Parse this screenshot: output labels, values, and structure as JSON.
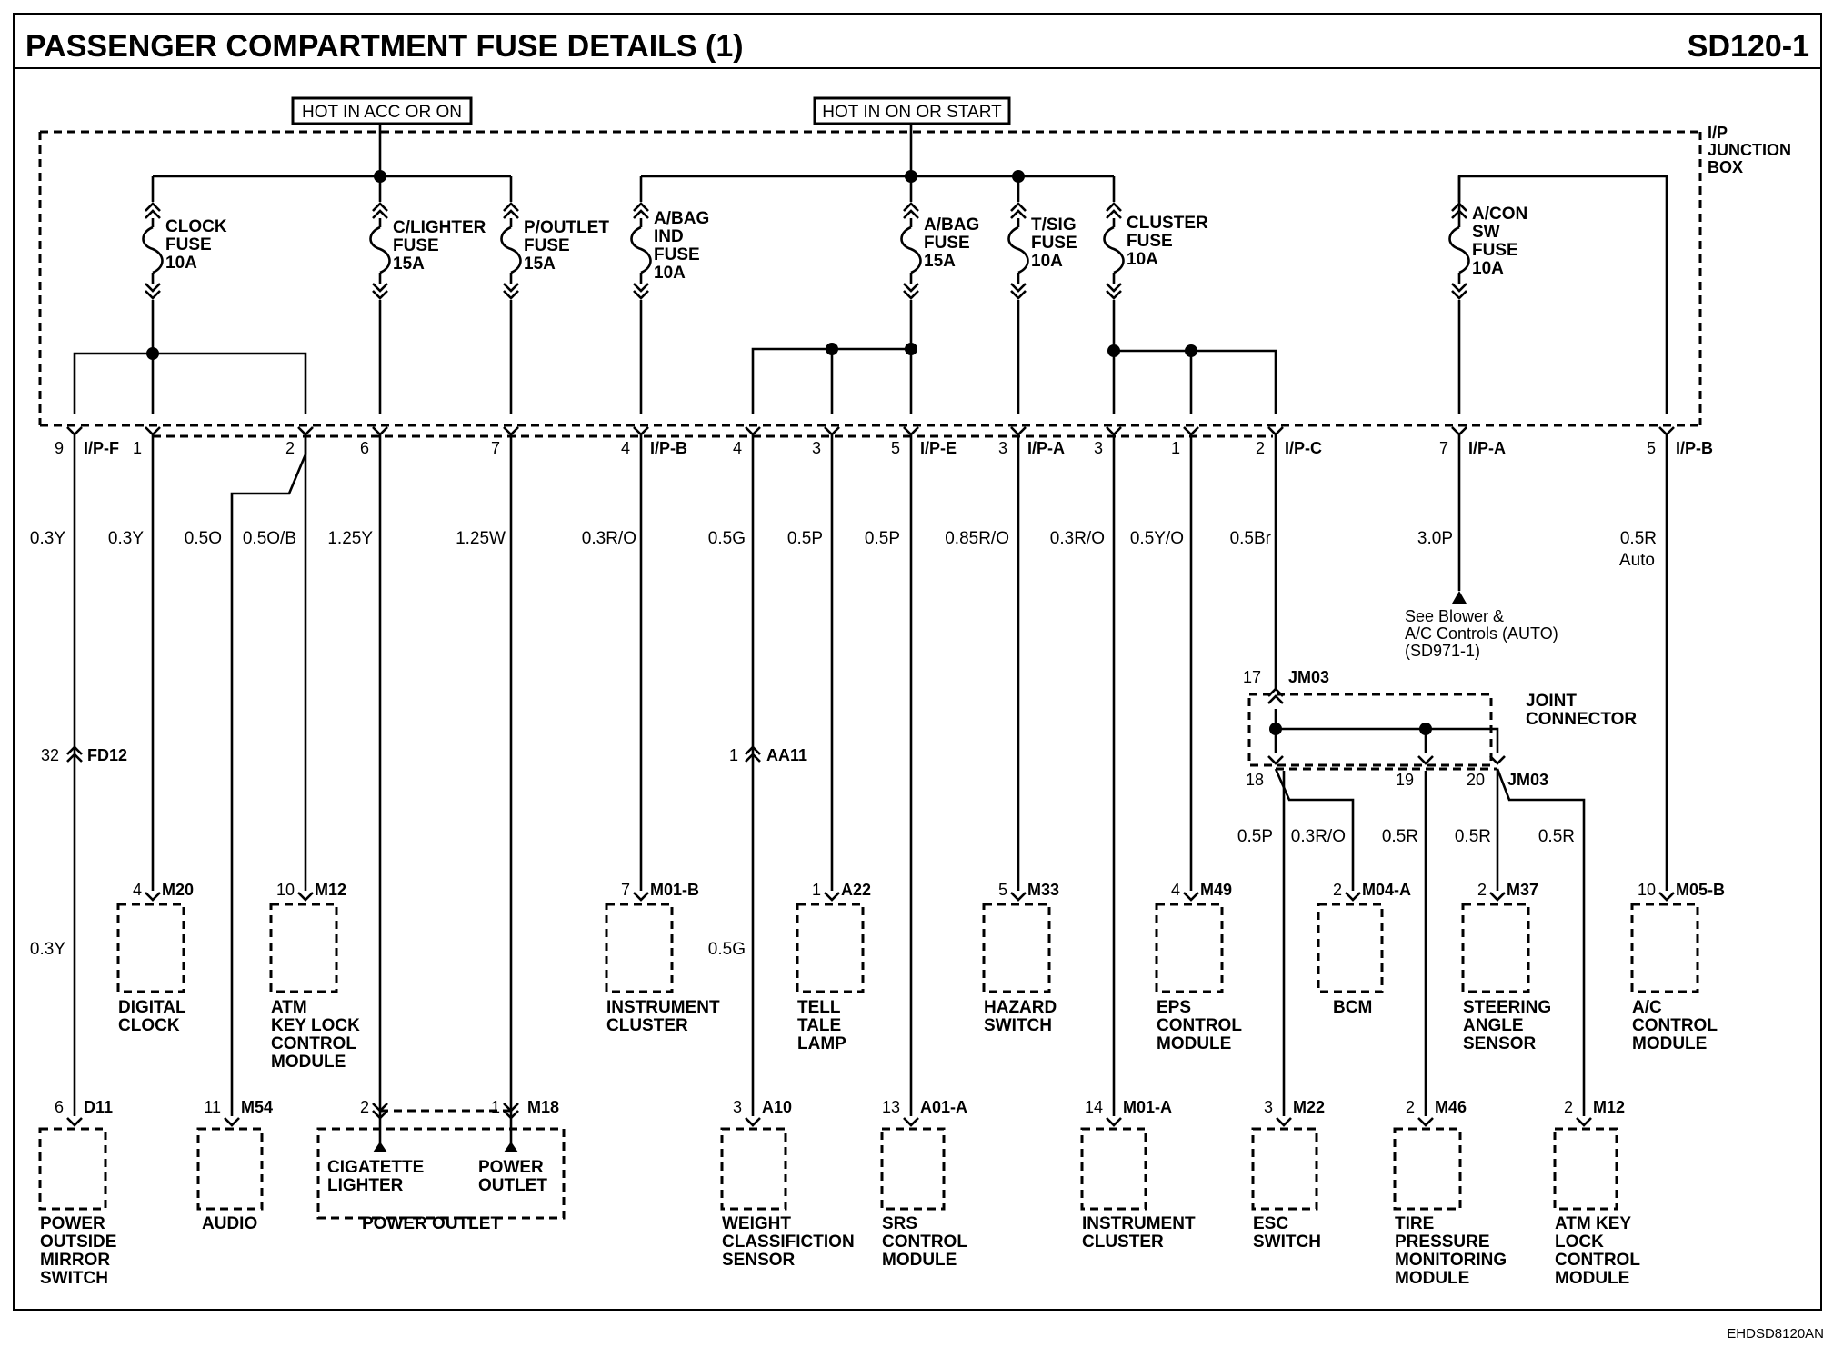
{
  "header": {
    "title": "PASSENGER COMPARTMENT FUSE DETAILS (1)",
    "code": "SD120-1"
  },
  "footer": {
    "code": "EHDSD8120AN"
  },
  "power_labels": {
    "acc": "HOT IN ACC OR ON",
    "start": "HOT IN ON OR START"
  },
  "junction_box": [
    "I/P",
    "JUNCTION",
    "BOX"
  ],
  "joint_connector": [
    "JOINT",
    "CONNECTOR"
  ],
  "fuses": [
    {
      "id": "clock",
      "lines": [
        "CLOCK",
        "FUSE",
        "10A"
      ]
    },
    {
      "id": "lighter",
      "lines": [
        "C/LIGHTER",
        "FUSE",
        "15A"
      ]
    },
    {
      "id": "outlet",
      "lines": [
        "P/OUTLET",
        "FUSE",
        "15A"
      ]
    },
    {
      "id": "abagind",
      "lines": [
        "A/BAG",
        "IND",
        "FUSE",
        "10A"
      ]
    },
    {
      "id": "abag",
      "lines": [
        "A/BAG",
        "FUSE",
        "15A"
      ]
    },
    {
      "id": "tsig",
      "lines": [
        "T/SIG",
        "FUSE",
        "10A"
      ]
    },
    {
      "id": "cluster",
      "lines": [
        "CLUSTER",
        "FUSE",
        "10A"
      ]
    },
    {
      "id": "acon",
      "lines": [
        "A/CON",
        "SW",
        "FUSE",
        "10A"
      ]
    }
  ],
  "jb_pins": [
    {
      "pin": "9",
      "conn": "I/P-F"
    },
    {
      "pin": "1",
      "conn": ""
    },
    {
      "pin": "2",
      "conn": ""
    },
    {
      "pin": "6",
      "conn": ""
    },
    {
      "pin": "7",
      "conn": ""
    },
    {
      "pin": "4",
      "conn": "I/P-B"
    },
    {
      "pin": "4",
      "conn": ""
    },
    {
      "pin": "3",
      "conn": ""
    },
    {
      "pin": "5",
      "conn": "I/P-E"
    },
    {
      "pin": "3",
      "conn": "I/P-A"
    },
    {
      "pin": "3",
      "conn": ""
    },
    {
      "pin": "1",
      "conn": ""
    },
    {
      "pin": "2",
      "conn": "I/P-C"
    },
    {
      "pin": "7",
      "conn": "I/P-A"
    },
    {
      "pin": "5",
      "conn": "I/P-B"
    }
  ],
  "wire_labels": [
    "0.3Y",
    "0.3Y",
    "0.5O",
    "0.5O/B",
    "1.25Y",
    "1.25W",
    "0.3R/O",
    "0.5G",
    "0.5P",
    "0.5P",
    "0.85R/O",
    "0.3R/O",
    "0.5Y/O",
    "0.5Br",
    "3.0P",
    "0.5R",
    "Auto",
    "0.3Y",
    "0.5G",
    "0.5P",
    "0.3R/O",
    "0.5R",
    "0.5R",
    "0.5R"
  ],
  "inline_connectors": [
    {
      "pin": "32",
      "conn": "FD12"
    },
    {
      "pin": "1",
      "conn": "AA11"
    },
    {
      "pin": "17",
      "conn": "JM03"
    },
    {
      "pin": "18",
      "conn": ""
    },
    {
      "pin": "19",
      "conn": ""
    },
    {
      "pin": "20",
      "conn": "JM03"
    }
  ],
  "see_note": [
    "See Blower &",
    "A/C Controls (AUTO)",
    "(SD971-1)"
  ],
  "components_mid": [
    {
      "pin": "4",
      "conn": "M20",
      "name": [
        "DIGITAL",
        "CLOCK"
      ]
    },
    {
      "pin": "10",
      "conn": "M12",
      "name": [
        "ATM",
        "KEY LOCK",
        "CONTROL",
        "MODULE"
      ]
    },
    {
      "pin": "7",
      "conn": "M01-B",
      "name": [
        "INSTRUMENT",
        "CLUSTER"
      ]
    },
    {
      "pin": "1",
      "conn": "A22",
      "name": [
        "TELL",
        "TALE",
        "LAMP"
      ]
    },
    {
      "pin": "5",
      "conn": "M33",
      "name": [
        "HAZARD",
        "SWITCH"
      ]
    },
    {
      "pin": "4",
      "conn": "M49",
      "name": [
        "EPS",
        "CONTROL",
        "MODULE"
      ]
    },
    {
      "pin": "2",
      "conn": "M04-A",
      "name": [
        "BCM"
      ]
    },
    {
      "pin": "2",
      "conn": "M37",
      "name": [
        "STEERING",
        "ANGLE",
        "SENSOR"
      ]
    },
    {
      "pin": "10",
      "conn": "M05-B",
      "name": [
        "A/C",
        "CONTROL",
        "MODULE"
      ]
    }
  ],
  "components_bottom": [
    {
      "pin": "6",
      "conn": "D11",
      "name": [
        "POWER",
        "OUTSIDE",
        "MIRROR",
        "SWITCH"
      ]
    },
    {
      "pin": "11",
      "conn": "M54",
      "name": [
        "AUDIO"
      ]
    },
    {
      "pin": "2",
      "conn": "",
      "name": [
        "CIGATETTE",
        "LIGHTER"
      ]
    },
    {
      "pin": "1",
      "conn": "M18",
      "name": [
        "POWER",
        "OUTLET"
      ]
    },
    {
      "pin": "",
      "conn": "",
      "name": [
        "POWER OUTLET"
      ]
    },
    {
      "pin": "3",
      "conn": "A10",
      "name": [
        "WEIGHT",
        "CLASSIFICTION",
        "SENSOR"
      ]
    },
    {
      "pin": "13",
      "conn": "A01-A",
      "name": [
        "SRS",
        "CONTROL",
        "MODULE"
      ]
    },
    {
      "pin": "14",
      "conn": "M01-A",
      "name": [
        "INSTRUMENT",
        "CLUSTER"
      ]
    },
    {
      "pin": "3",
      "conn": "M22",
      "name": [
        "ESC",
        "SWITCH"
      ]
    },
    {
      "pin": "2",
      "conn": "M46",
      "name": [
        "TIRE",
        "PRESSURE",
        "MONITORING",
        "MODULE"
      ]
    },
    {
      "pin": "2",
      "conn": "M12",
      "name": [
        "ATM KEY",
        "LOCK",
        "CONTROL",
        "MODULE"
      ]
    }
  ]
}
